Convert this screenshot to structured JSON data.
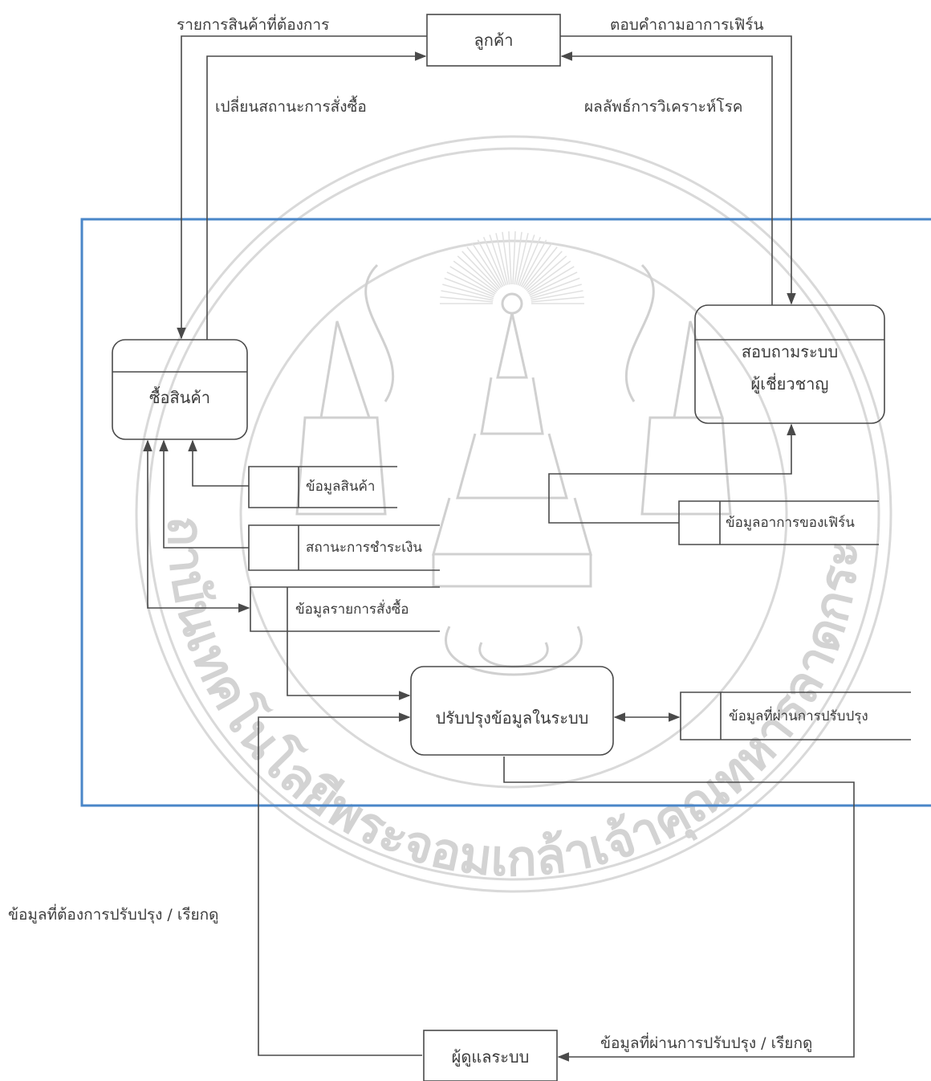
{
  "entities": {
    "customer": "ลูกค้า",
    "admin": "ผู้ดูแลระบบ"
  },
  "processes": {
    "buy": "ซื้อสินค้า",
    "expert_line1": "สอบถามระบบ",
    "expert_line2": "ผู้เชี่ยวชาญ",
    "update": "ปรับปรุงข้อมูลในระบบ"
  },
  "stores": {
    "product": "ข้อมูลสินค้า",
    "payment": "สถานะการชำระเงิน",
    "order": "ข้อมูลรายการสั่งซื้อ",
    "symptom": "ข้อมูลอาการของเฟิร์น",
    "updated": "ข้อมูลที่ผ่านการปรับปรุง"
  },
  "flows": {
    "product_list": "รายการสินค้าที่ต้องการ",
    "order_status": "เปลี่ยนสถานะการสั่งซื้อ",
    "answer_symptom": "ตอบคำถามอาการเฟิร์น",
    "diagnosis": "ผลลัพธ์การวิเคราะห์โรค",
    "update_request": "ข้อมูลที่ต้องการปรับปรุง / เรียกดู",
    "update_result": "ข้อมูลที่ผ่านการปรับปรุง / เรียกดู"
  },
  "colors": {
    "boundary": "#4a86c8",
    "line": "#4a4a4a",
    "watermark": "#d6d6d6"
  },
  "watermark": {
    "emblem": "university-seal",
    "text": "สถาบันเทคโนโลยีพระจอมเกล้าเจ้าคุณทหารลาดกระบัง"
  }
}
